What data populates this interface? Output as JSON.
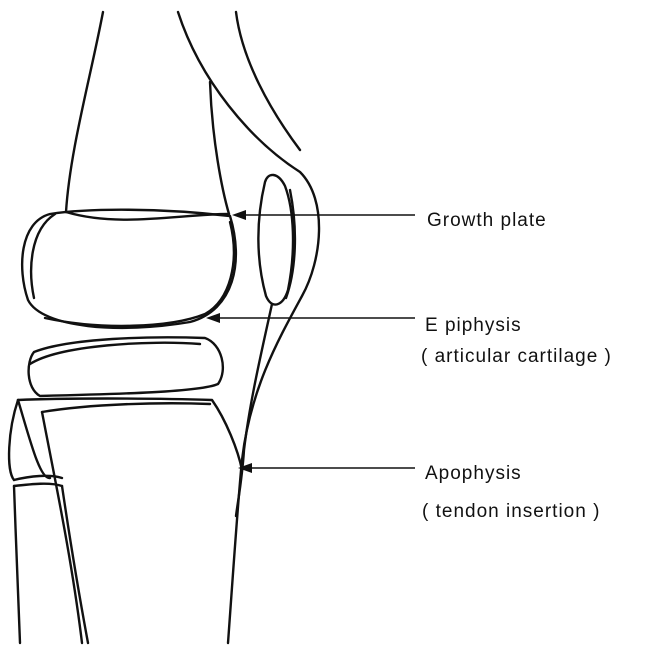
{
  "labels": {
    "growth_plate": "Growth plate",
    "epiphysis": "E piphysis",
    "epiphysis_note": "( articular cartilage )",
    "apophysis": "Apophysis",
    "apophysis_note": "( tendon insertion )"
  },
  "colors": {
    "line": "#111111",
    "background": "#ffffff"
  }
}
